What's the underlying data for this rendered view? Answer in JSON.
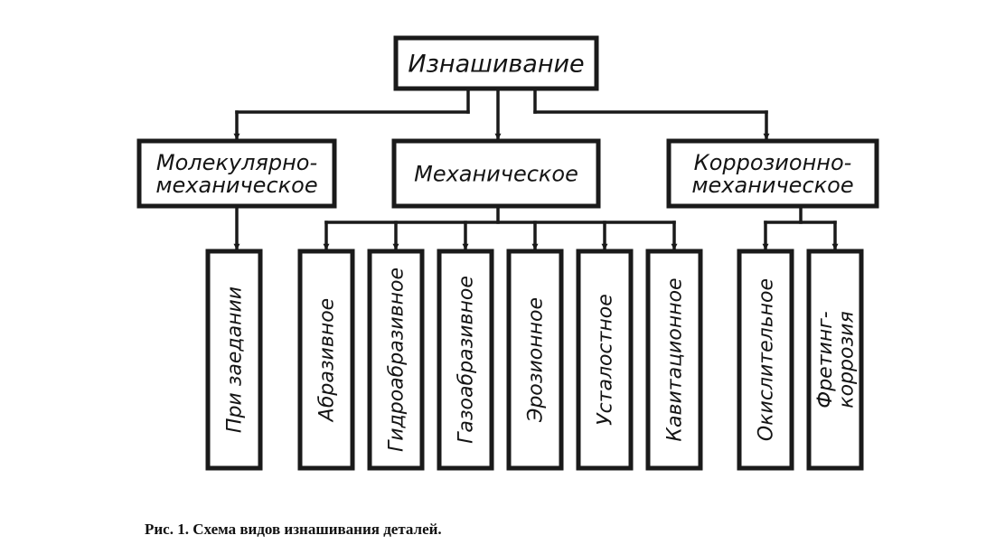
{
  "diagram": {
    "root": {
      "label": "Изнашивание"
    },
    "categories": [
      {
        "id": "molecular",
        "lines": [
          "Молекулярно-",
          "механическое"
        ]
      },
      {
        "id": "mechanical",
        "lines": [
          "Механическое"
        ]
      },
      {
        "id": "corrosion",
        "lines": [
          "Коррозионно-",
          "механическое"
        ]
      }
    ],
    "types": [
      {
        "id": "seizure",
        "parent": "molecular",
        "lines": [
          "При заедании"
        ]
      },
      {
        "id": "abrasive",
        "parent": "mechanical",
        "lines": [
          "Абразивное"
        ]
      },
      {
        "id": "hydroabrasive",
        "parent": "mechanical",
        "lines": [
          "Гидроабразивное"
        ]
      },
      {
        "id": "gasabrasive",
        "parent": "mechanical",
        "lines": [
          "Газоабразивное"
        ]
      },
      {
        "id": "erosive",
        "parent": "mechanical",
        "lines": [
          "Эрозионное"
        ]
      },
      {
        "id": "fatigue",
        "parent": "mechanical",
        "lines": [
          "Усталостное"
        ]
      },
      {
        "id": "cavitation",
        "parent": "mechanical",
        "lines": [
          "Кавитационное"
        ]
      },
      {
        "id": "oxidative",
        "parent": "corrosion",
        "lines": [
          "Окислительное"
        ]
      },
      {
        "id": "fretting",
        "parent": "corrosion",
        "lines": [
          "Фретинг-",
          "коррозия"
        ]
      }
    ]
  },
  "caption": "Рис. 1. Схема видов изнашивания деталей."
}
